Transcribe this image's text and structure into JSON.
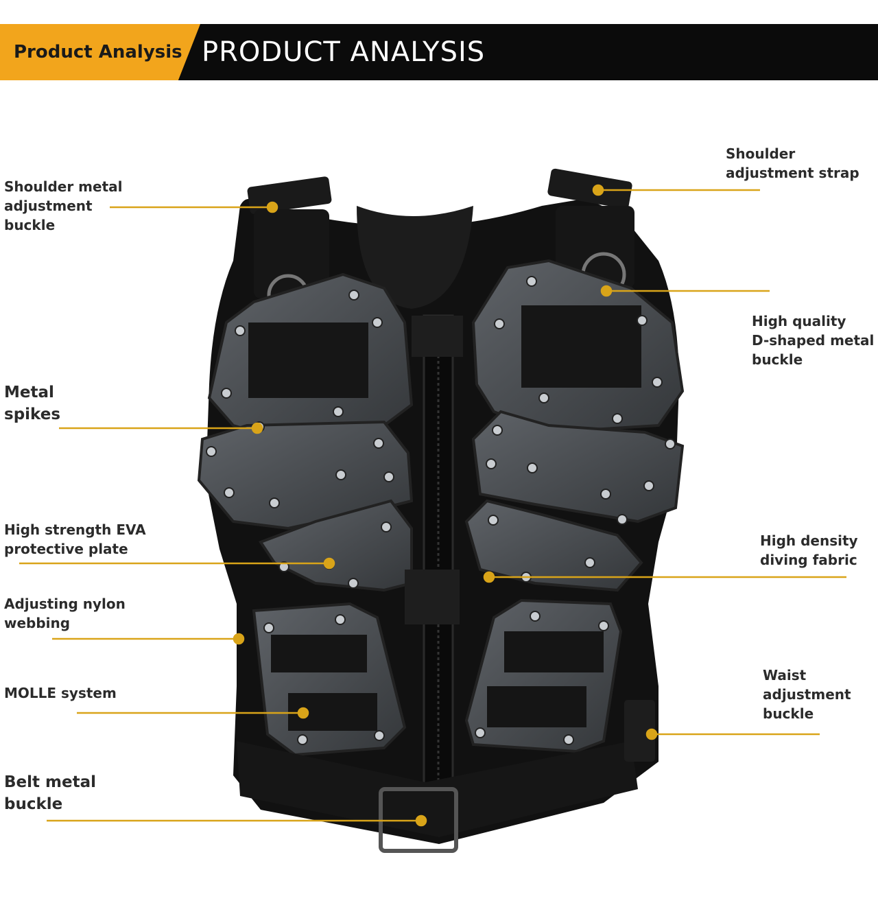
{
  "banner": {
    "tag": "Product Analysis",
    "title": "PRODUCT ANALYSIS"
  },
  "colors": {
    "accent": "#f2a51c",
    "leader_line": "#d9a419",
    "banner_bg": "#0b0b0b"
  },
  "callouts": {
    "shoulder_metal_buckle": "Shoulder metal\nadjustment\nbuckle",
    "shoulder_strap": "Shoulder\nadjustment strap",
    "d_buckle": "High quality\nD-shaped metal\nbuckle",
    "metal_spikes": "Metal\nspikes",
    "eva_plate": "High strength EVA\nprotective plate",
    "diving_fabric": "High density\ndiving fabric",
    "nylon_webbing": "Adjusting nylon\nwebbing",
    "molle": "MOLLE system",
    "waist_buckle": "Waist\nadjustment\nbuckle",
    "belt_buckle": "Belt metal\nbuckle"
  }
}
